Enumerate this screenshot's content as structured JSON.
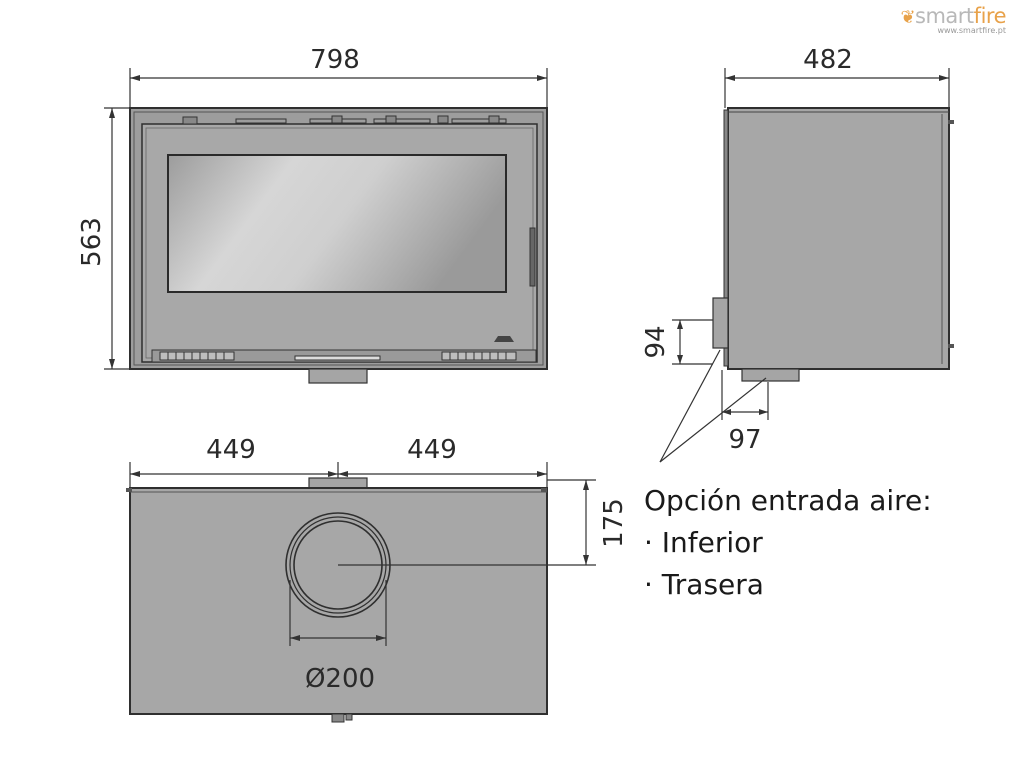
{
  "brand": {
    "logo_prefix": "smart",
    "logo_suffix": "fire",
    "url": "www.smartfire.pt"
  },
  "dimensions": {
    "front_width": "798",
    "front_height": "563",
    "side_depth": "482",
    "inlet_height": "94",
    "inlet_offset": "97",
    "top_left_half": "449",
    "top_right_half": "449",
    "flue_offset": "175",
    "flue_diameter": "Ø200"
  },
  "note": {
    "title": "Opción entrada aire:",
    "option_1": "· Inferior",
    "option_2": "· Trasera"
  },
  "colors": {
    "body_fill": "#a7a7a7",
    "frame_fill": "#9a9a9a",
    "outline": "#2f2f2f",
    "accent": "#e8a24a"
  }
}
